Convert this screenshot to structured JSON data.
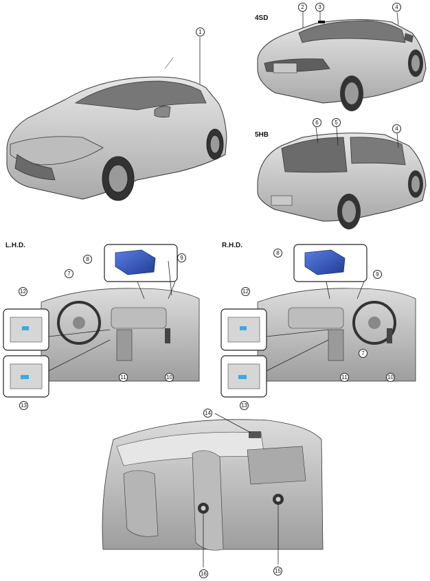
{
  "section_labels": {
    "sedan": "4SD",
    "hatchback": "5HB",
    "lhd": "L.H.D.",
    "rhd": "R.H.D."
  },
  "callouts": {
    "c1": "1",
    "c2": "2",
    "c3": "3",
    "c4": "4",
    "c5": "5",
    "c6": "6",
    "c7": "7",
    "c8": "8",
    "c9": "9",
    "c10": "10",
    "c11": "11",
    "c12": "12",
    "c13": "13",
    "c14": "14",
    "c15": "15",
    "c16": "16"
  },
  "colors": {
    "line": "#222222",
    "car_body": "#d4d4d4",
    "car_shade": "#a8a8a8",
    "glass": "#6f6f6f",
    "module": "#2e4fb0",
    "switch_highlight": "#3fa8e0",
    "interior": "#c8c8c8"
  }
}
